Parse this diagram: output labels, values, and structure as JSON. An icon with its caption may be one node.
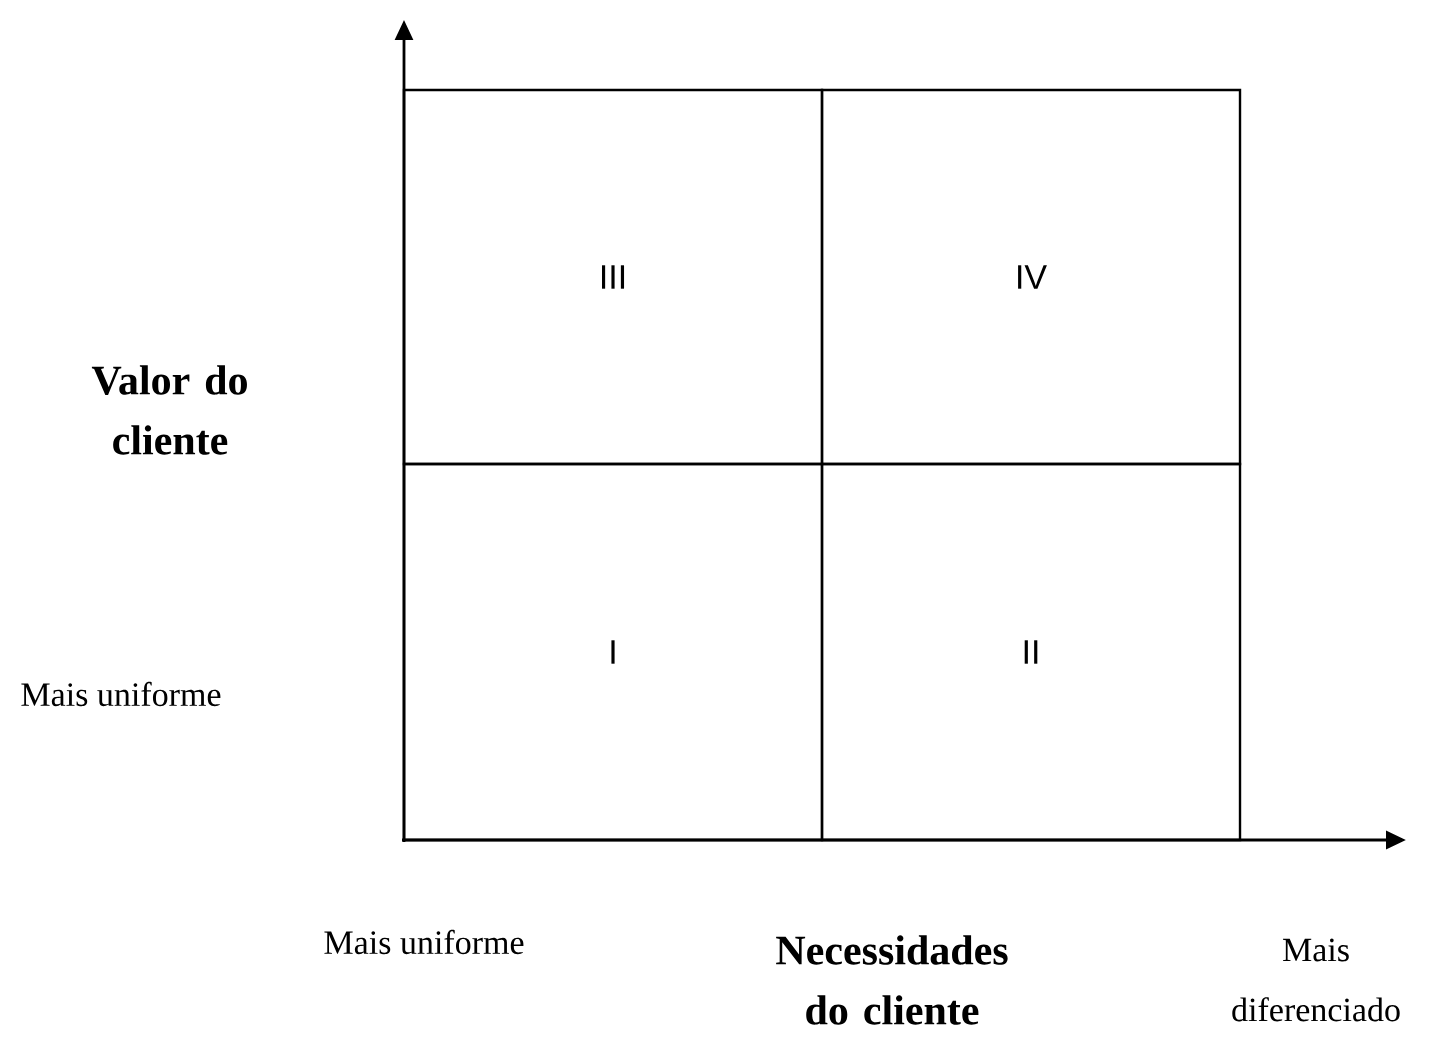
{
  "diagram": {
    "nodes": [
      {
        "text": [
          "III"
        ]
      },
      {
        "text": [
          "IV"
        ]
      },
      {
        "text": [
          "I"
        ]
      },
      {
        "text": [
          "II"
        ]
      }
    ],
    "labels": [
      "Valor do cliente",
      "Mais uniforme",
      "Mais uniforme",
      "Necessidades do cliente",
      "Mais diferenciado"
    ]
  }
}
